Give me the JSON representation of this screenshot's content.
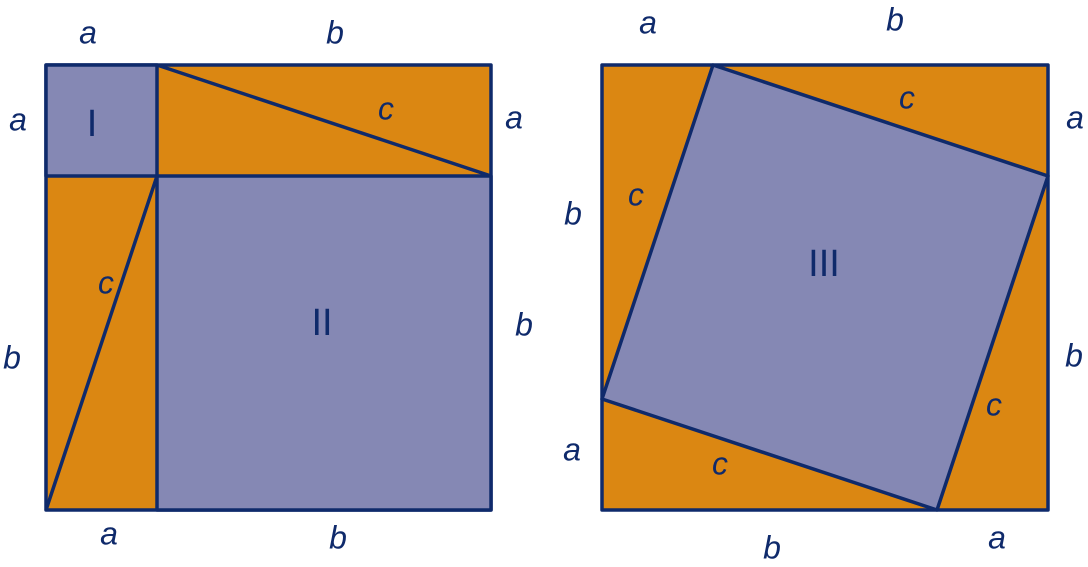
{
  "colors": {
    "triangle": "#db8712",
    "square": "#8588b4",
    "stroke": "#0f2a6b"
  },
  "left_figure": {
    "labels": [
      "a",
      "b",
      "a",
      "I",
      "c",
      "a",
      "c",
      "II",
      "b",
      "b",
      "a",
      "b"
    ]
  },
  "right_figure": {
    "labels": [
      "a",
      "b",
      "c",
      "a",
      "b",
      "c",
      "III",
      "b",
      "c",
      "a",
      "c",
      "b",
      "a"
    ]
  }
}
